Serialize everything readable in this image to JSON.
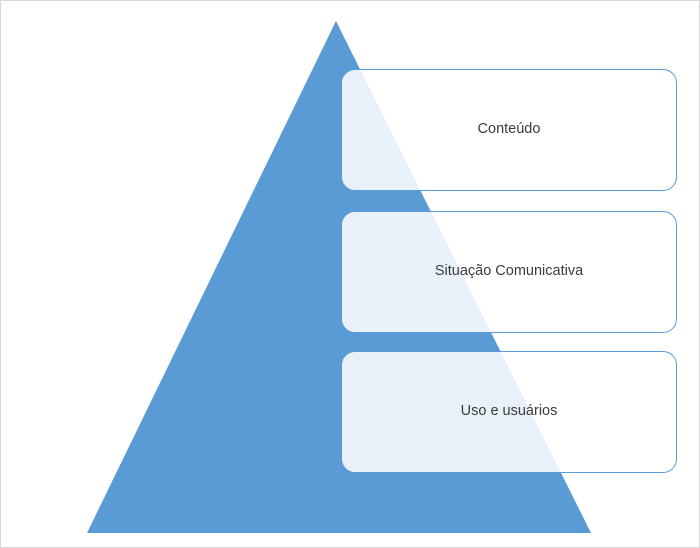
{
  "diagram": {
    "type": "pyramid-list",
    "colors": {
      "triangle_fill": "#5b9bd5",
      "box_border": "#5b9bd5",
      "box_fill_tint": "#e8f1f9",
      "text": "#3b3b3b",
      "canvas_background": "#ffffff",
      "canvas_border": "#d9d9d9"
    },
    "items": [
      {
        "label": "Conteúdo"
      },
      {
        "label": "Situação Comunicativa"
      },
      {
        "label": "Uso e usuários"
      }
    ]
  }
}
